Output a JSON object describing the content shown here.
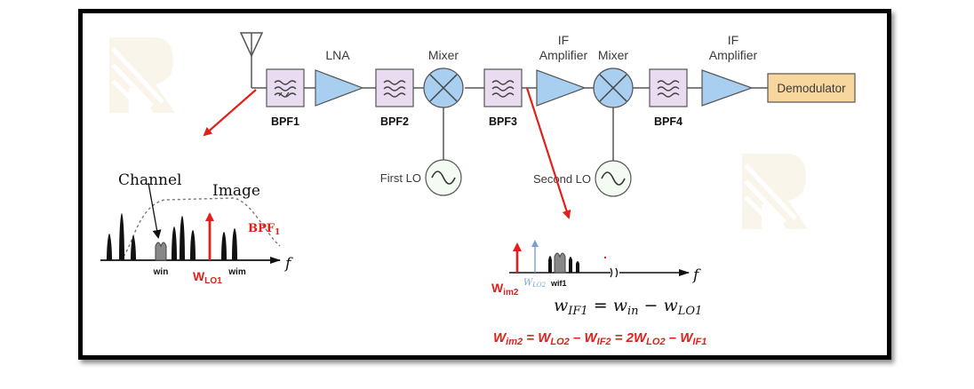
{
  "receiver": {
    "lna_label": "LNA",
    "mixer1_label": "Mixer",
    "if_amp1_label_line1": "IF",
    "if_amp1_label_line2": "Amplifier",
    "mixer2_label": "Mixer",
    "if_amp2_label_line1": "IF",
    "if_amp2_label_line2": "Amplifier",
    "demodulator_label": "Demodulator",
    "bpf1_label": "BPF1",
    "bpf2_label": "BPF2",
    "bpf3_label": "BPF3",
    "bpf4_label": "BPF4",
    "first_lo_label": "First LO",
    "second_lo_label": "Second LO"
  },
  "spectrum_rf": {
    "channel_label": "Channel",
    "image_label": "Image",
    "bpf_label": "BPF",
    "bpf_subscript": "1",
    "win_label": "win",
    "wim_label": "wim",
    "wlo1_label": "W",
    "wlo1_subscript": "LO1",
    "f_label": "f"
  },
  "spectrum_if": {
    "wim2_label": "W",
    "wim2_subscript": "im2",
    "wlo2_label": "W",
    "wlo2_subscript": "LO2",
    "wif1_label": "wif1",
    "f_label": "f"
  },
  "equations": {
    "eq1": "w",
    "eq1_sub1": "IF1",
    "eq1_mid": " = w",
    "eq1_sub2": "in",
    "eq1_minus": " − w",
    "eq1_sub3": "LO1",
    "eq2": "W",
    "eq2_s1": "im2",
    "eq2_t1": " = W",
    "eq2_s2": "LO2",
    "eq2_t2": " – W",
    "eq2_s3": "IF2",
    "eq2_t3": " = 2W",
    "eq2_s4": "LO2",
    "eq2_t4": " – W",
    "eq2_s5": "IF1"
  },
  "colors": {
    "frame": "#000000",
    "amp_fill": "#a8cff0",
    "block_fill": "#eadcf0",
    "demod_fill": "#f7d79e",
    "mixer_fill": "#a8cff0",
    "annotation_red": "#e0201b",
    "lo2_arrow": "#7a9fd0"
  }
}
